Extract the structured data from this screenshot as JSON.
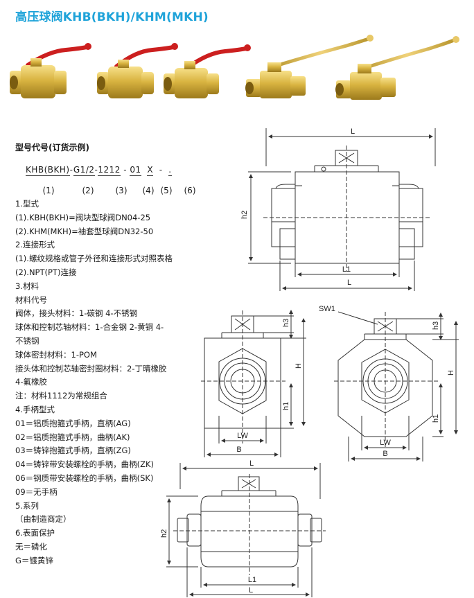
{
  "title": "高压球阀KHB(BKH)/KHM(MKH)",
  "subhead": "型号代号(订货示例)",
  "model_code": {
    "parts": [
      "KHB(BKH)",
      "-",
      "G1/2",
      "-",
      "1212",
      "-",
      "01",
      "X",
      "-",
      "."
    ],
    "indices": [
      "(1)",
      "(2)",
      "(3)",
      "(4)",
      "(5)",
      "(6)"
    ]
  },
  "spec_lines": [
    "1.型式",
    "(1).KBH(BKH)=阀块型球阀DN04-25",
    "(2).KHM(MKH)=袖套型球阀DN32-50",
    "2.连接形式",
    "(1).螺纹规格或管子外径和连接形式对照表格",
    "(2).NPT(PT)连接",
    "3.材料",
    "材料代号",
    "阀体，接头材料：1-碳钢 4-不锈钢",
    "球体和控制芯轴材料：1-合金钢 2-黄铜 4-",
    "不锈钢",
    "球体密封材料：1-POM",
    "接头体和控制芯轴密封圈材料：2-丁晴橡胶",
    "4-氟橡胶",
    "注：材料1112为常规组合",
    "4.手柄型式",
    "01＝铝质抱箍式手柄，直柄(AG)",
    "02＝铝质抱箍式手柄，曲柄(AK)",
    "03＝铸锌抱箍式手柄，直柄(ZG)",
    "04＝铸锌带安装螺栓的手柄，曲柄(ZK)",
    "06＝钢质带安装螺栓的手柄，曲柄(SK)",
    "09＝无手柄",
    "5.系列",
    "（由制造商定）",
    "6.表面保护",
    "无＝磷化",
    "G＝镀黄锌"
  ],
  "dimensions": {
    "L": "L",
    "L1": "L1",
    "h2": "h2",
    "h3": "h3",
    "h1": "h1",
    "H": "H",
    "B": "B",
    "LW": "LW",
    "SW1": "SW1"
  },
  "colors": {
    "title": "#1fa3d9",
    "brass": "#d9b441",
    "handle_red": "#cc1f1f"
  }
}
